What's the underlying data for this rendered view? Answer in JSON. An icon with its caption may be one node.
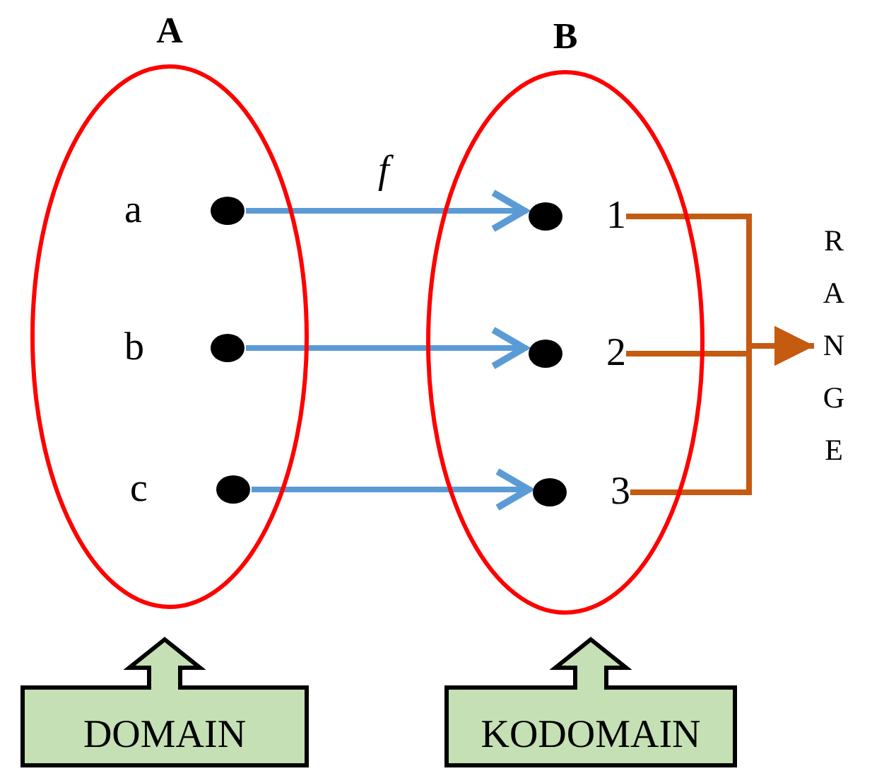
{
  "diagram": {
    "nodes": [
      {
        "text": [
          "A"
        ]
      },
      {
        "text": [
          "a"
        ],
        "in": 0
      },
      {
        "text": [
          "b"
        ],
        "in": 0
      },
      {
        "text": [
          "c"
        ],
        "in": 0
      },
      {
        "text": [
          "B"
        ]
      },
      {
        "text": [
          "1"
        ],
        "in": 4
      },
      {
        "text": [
          "2"
        ],
        "in": 4
      },
      {
        "text": [
          "3"
        ],
        "in": 4
      },
      {
        "text": [
          "RANGE"
        ]
      },
      {
        "text": [
          "DOMAIN"
        ]
      },
      {
        "text": [
          "KODOMAIN"
        ]
      }
    ],
    "edges": [
      {
        "from": 1,
        "to": 5,
        "arrow": "to",
        "label": "f",
        "color": "#5b9bd5"
      },
      {
        "from": 2,
        "to": 6,
        "arrow": "to",
        "color": "#5b9bd5"
      },
      {
        "from": 3,
        "to": 7,
        "arrow": "to",
        "color": "#5b9bd5"
      },
      {
        "from": 5,
        "to": 8,
        "arrow": "to",
        "color": "#c55a11"
      },
      {
        "from": 6,
        "to": 8,
        "arrow": "to",
        "color": "#c55a11"
      },
      {
        "from": 7,
        "to": 8,
        "arrow": "to",
        "color": "#c55a11"
      }
    ]
  }
}
